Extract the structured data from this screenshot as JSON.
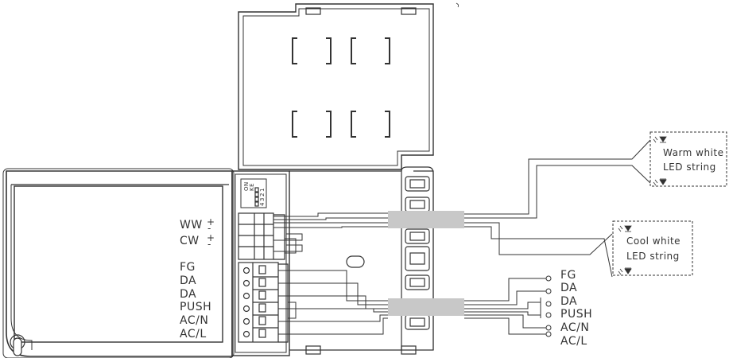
{
  "driver_labels": {
    "ww": "WW",
    "cw": "CW",
    "plus": "+",
    "minus": "-",
    "fg": "FG",
    "da1": "DA",
    "da2": "DA",
    "push": "PUSH",
    "acn": "AC/N",
    "acl": "AC/L"
  },
  "dip_switch": {
    "on": "ON",
    "ke": "KE",
    "nums": [
      "1",
      "2",
      "3",
      "4"
    ]
  },
  "output_terminals": {
    "fg": "FG",
    "da1": "DA",
    "da2": "DA",
    "push": "PUSH",
    "acn": "AC/N",
    "acl": "AC/L"
  },
  "led_strings": {
    "warm_line1": "Warm white",
    "warm_line2": "LED string",
    "cool_line1": "Cool white",
    "cool_line2": "LED string"
  },
  "colors": {
    "line": "#333333",
    "sleeve": "#c8c8c8",
    "text": "#333333"
  }
}
